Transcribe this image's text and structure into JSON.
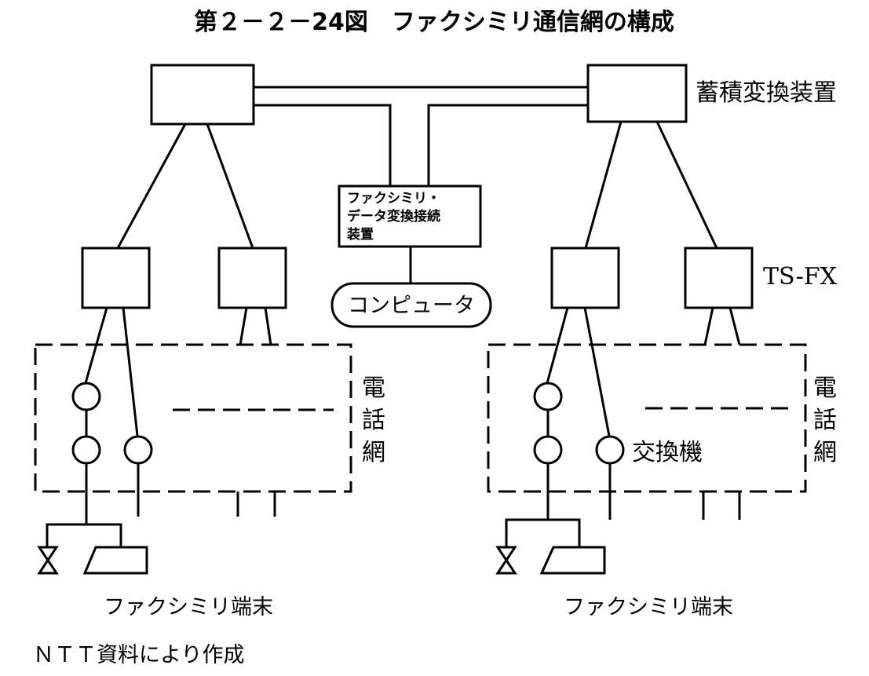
{
  "title": "第２－２－24図　ファクシミリ通信網の構成",
  "labels": {
    "storage_conversion": "蓄積変換装置",
    "ts_fx": "TS-FX",
    "fd_converter_lines": [
      "ファクシミリ・",
      "データ変換接続",
      "装置"
    ],
    "computer": "コンピュータ",
    "phone_network_chars": [
      "電",
      "話",
      "網"
    ],
    "exchange": "交換機",
    "fax_terminal": "ファクシミリ端末"
  },
  "source": "ＮＴＴ資料により作成"
}
